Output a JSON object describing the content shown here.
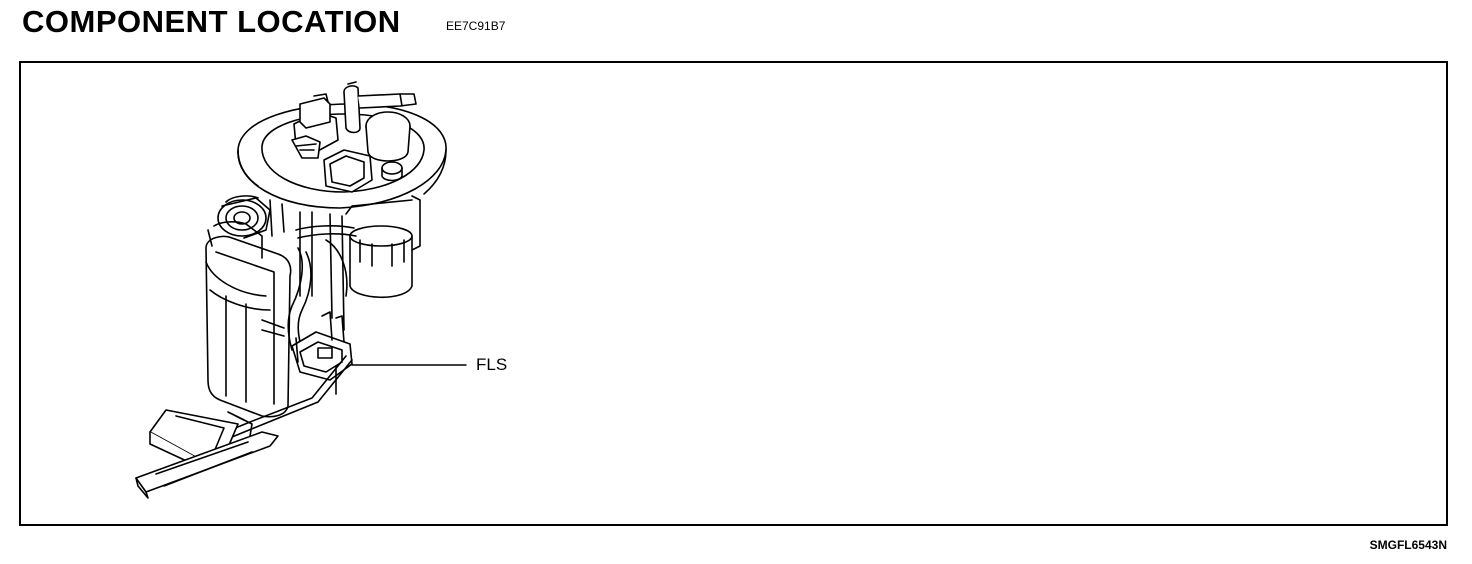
{
  "header": {
    "title": "COMPONENT LOCATION",
    "code": "EE7C91B7"
  },
  "diagram": {
    "callouts": [
      {
        "label": "FLS"
      }
    ]
  },
  "footer": {
    "figure_id": "SMGFL6543N"
  }
}
